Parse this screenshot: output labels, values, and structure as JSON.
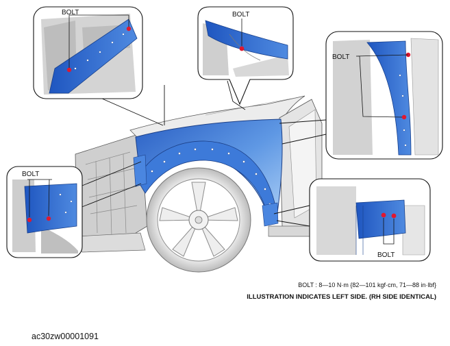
{
  "callouts": {
    "top_left": "BOLT",
    "top_center": "BOLT",
    "right": "BOLT",
    "left": "BOLT",
    "bottom_right": "BOLT"
  },
  "notes": {
    "torque": "BOLT : 8—10 N·m {82—101 kgf·cm, 71—88 in·lbf}",
    "side": "ILLUSTRATION INDICATES LEFT SIDE. (RH SIDE IDENTICAL)"
  },
  "image_code": "ac30zw00001091",
  "colors": {
    "fender_blue": "#2f6fd0",
    "fender_light": "#7fb0ee",
    "bolt_red": "#e01830",
    "line": "#111111",
    "body_gray": "#d9d9d9"
  }
}
